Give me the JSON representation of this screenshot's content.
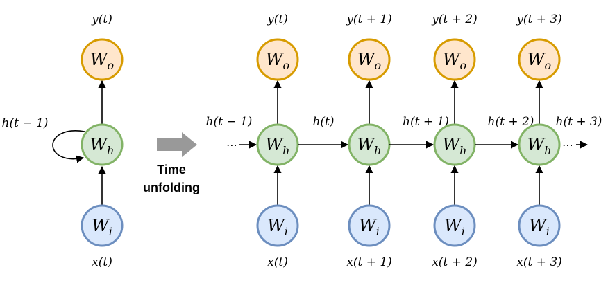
{
  "colors": {
    "output_fill": "#ffe6cc",
    "output_stroke": "#d79b00",
    "hidden_fill": "#d5e8d4",
    "hidden_stroke": "#82b366",
    "input_fill": "#dae8fc",
    "input_stroke": "#6c8ebf",
    "transition_arrow": "#999999"
  },
  "node_labels": {
    "output": {
      "main": "W",
      "sub": "o"
    },
    "hidden": {
      "main": "W",
      "sub": "h"
    },
    "input": {
      "main": "W",
      "sub": "i"
    }
  },
  "transition_caption": [
    "Time",
    "unfolding"
  ],
  "folded": {
    "y_label": "y(t)",
    "recurrent_label": "h(t − 1)",
    "x_label": "x(t)"
  },
  "unfolded": {
    "incoming_label": "h(t − 1)",
    "steps": [
      {
        "y_label": "y(t)",
        "x_label": "x(t)",
        "h_out_label": "h(t)"
      },
      {
        "y_label": "y(t + 1)",
        "x_label": "x(t + 1)",
        "h_out_label": "h(t + 1)"
      },
      {
        "y_label": "y(t + 2)",
        "x_label": "x(t + 2)",
        "h_out_label": "h(t + 2)"
      },
      {
        "y_label": "y(t + 3)",
        "x_label": "x(t + 3)",
        "h_out_label": "h(t + 3)"
      }
    ],
    "ellipsis": "⋯"
  }
}
